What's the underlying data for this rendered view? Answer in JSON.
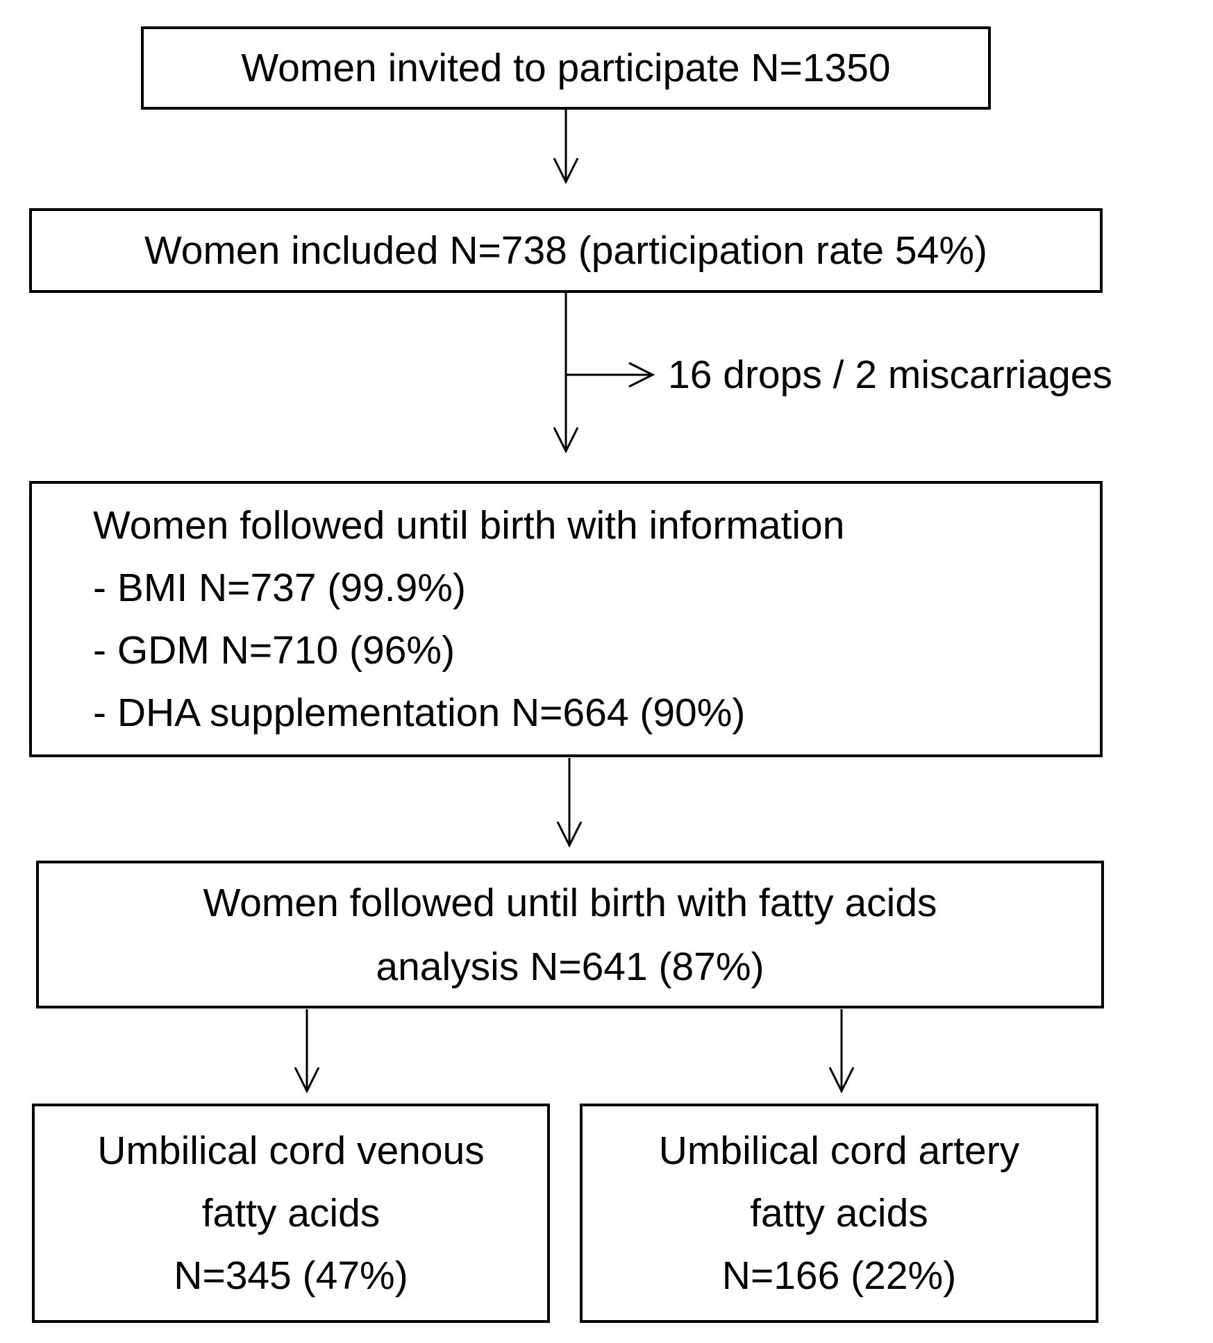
{
  "figure": {
    "background": "#ffffff",
    "line_color": "#000000",
    "text_color": "#000000"
  },
  "boxes": {
    "invited": {
      "label": "Women invited to participate N=1350"
    },
    "included": {
      "label": "Women included N=738 (participation rate 54%)"
    },
    "followed_info": {
      "title": "Women followed until birth with information",
      "items": [
        "- BMI N=737 (99.9%)",
        "- GDM N=710 (96%)",
        "- DHA supplementation N=664 (90%)"
      ]
    },
    "followed_fatty_acids": {
      "line1": "Women followed until birth with fatty acids",
      "line2": "analysis N=641 (87%)"
    },
    "cord_venous": {
      "line1": "Umbilical cord venous",
      "line2": "fatty acids",
      "line3": "N=345 (47%)"
    },
    "cord_artery": {
      "line1": "Umbilical cord artery",
      "line2": "fatty acids",
      "line3": "N=166 (22%)"
    }
  },
  "annotations": {
    "dropout_label": "16 drops / 2 miscarriages"
  }
}
